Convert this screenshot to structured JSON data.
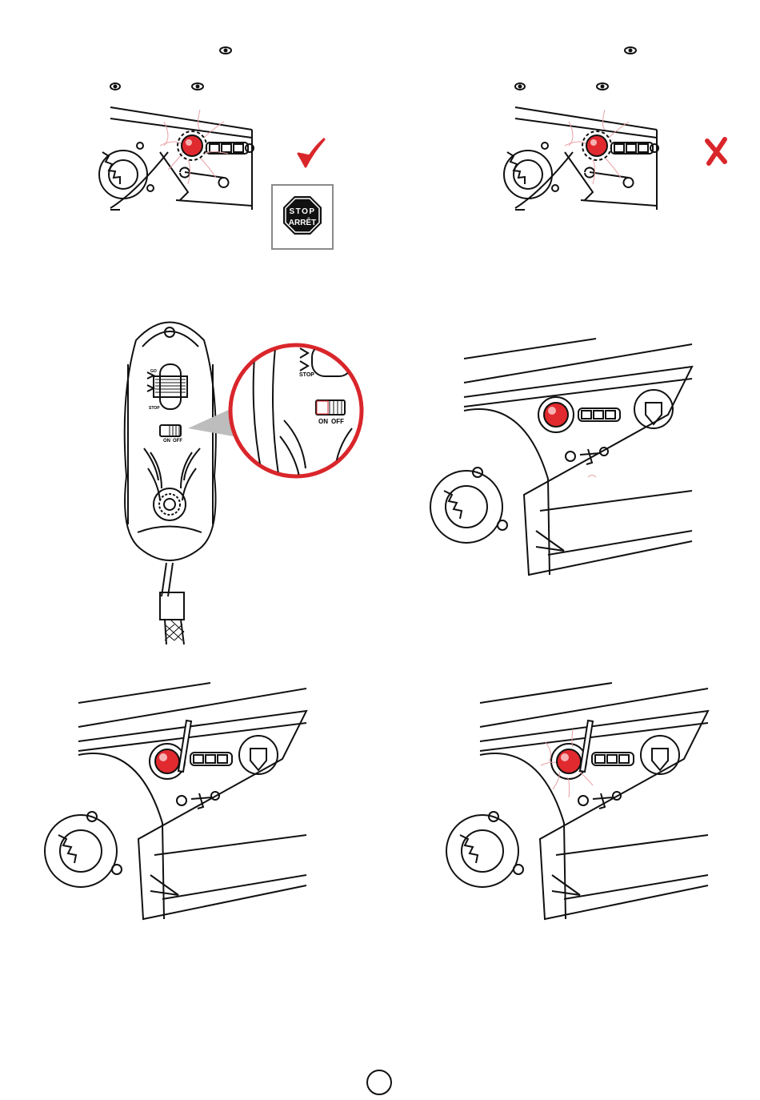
{
  "colors": {
    "ink": "#111111",
    "accent_red": "#d9262b",
    "lamp_red": "#e02a2f",
    "halo_pink": "#e8a0a4",
    "stop_sign": "#111111",
    "stop_frame": "#8a8a8a"
  },
  "panel1": {
    "check_icon": "check-mark-icon",
    "stop_sign": {
      "line1": "STOP",
      "line2": "ARRÊT"
    }
  },
  "panel2": {
    "cross_icon": "x-mark-icon"
  },
  "remote": {
    "slide_top_label": "GO",
    "slide_bottom_label": "STOP",
    "switch_on_label": "ON",
    "switch_off_label": "OFF"
  },
  "zoom": {
    "stop_label": "STOP",
    "switch_on_label": "ON",
    "switch_off_label": "OFF"
  },
  "page_number": ""
}
